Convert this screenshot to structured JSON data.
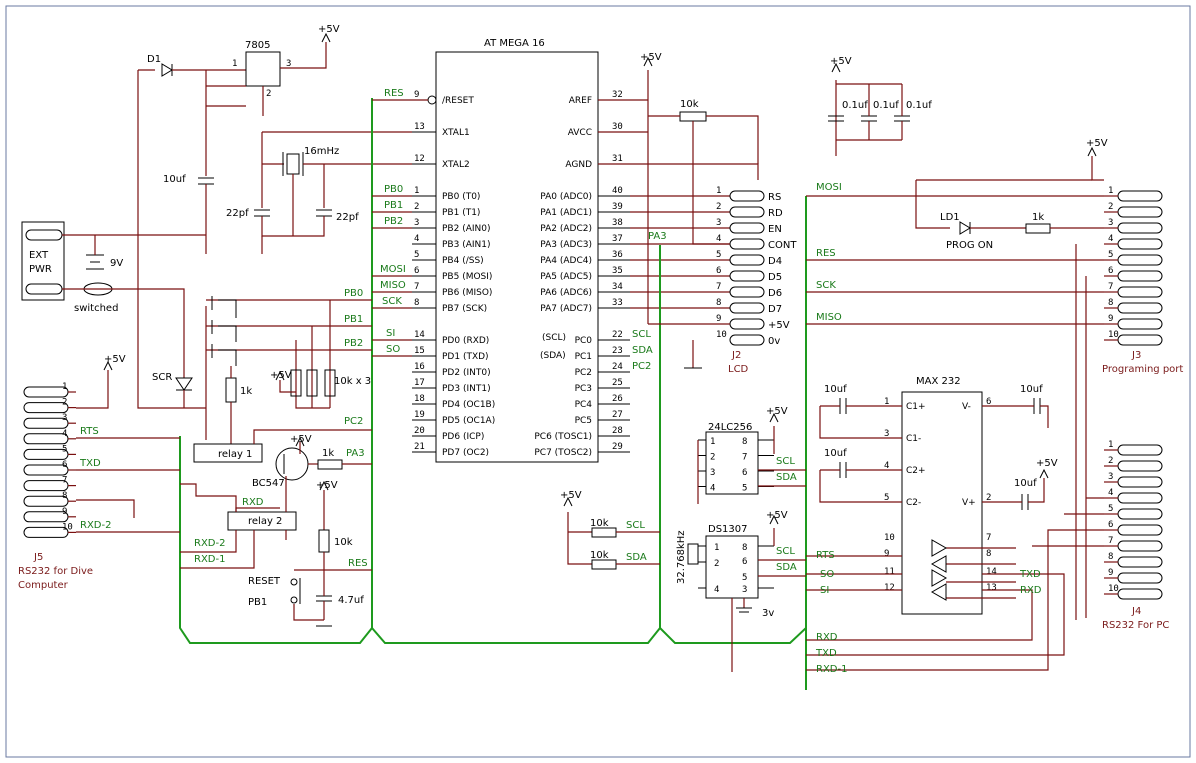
{
  "mcu": {
    "title": "AT MEGA 16",
    "left_pins": [
      {
        "num": "9",
        "name": "/RESET"
      },
      {
        "num": "13",
        "name": "XTAL1"
      },
      {
        "num": "12",
        "name": "XTAL2"
      },
      {
        "num": "1",
        "name": "PB0 (T0)"
      },
      {
        "num": "2",
        "name": "PB1 (T1)"
      },
      {
        "num": "3",
        "name": "PB2 (AIN0)"
      },
      {
        "num": "4",
        "name": "PB3 (AIN1)"
      },
      {
        "num": "5",
        "name": "PB4 (/SS)"
      },
      {
        "num": "6",
        "name": "PB5 (MOSI)"
      },
      {
        "num": "7",
        "name": "PB6 (MISO)"
      },
      {
        "num": "8",
        "name": "PB7 (SCK)"
      },
      {
        "num": "14",
        "name": "PD0 (RXD)"
      },
      {
        "num": "15",
        "name": "PD1 (TXD)"
      },
      {
        "num": "16",
        "name": "PD2 (INT0)"
      },
      {
        "num": "17",
        "name": "PD3 (INT1)"
      },
      {
        "num": "18",
        "name": "PD4 (OC1B)"
      },
      {
        "num": "19",
        "name": "PD5 (OC1A)"
      },
      {
        "num": "20",
        "name": "PD6 (ICP)"
      },
      {
        "num": "21",
        "name": "PD7 (OC2)"
      }
    ],
    "right_pins": [
      {
        "num": "32",
        "name": "AREF"
      },
      {
        "num": "30",
        "name": "AVCC"
      },
      {
        "num": "31",
        "name": "AGND"
      },
      {
        "num": "40",
        "name": "PA0 (ADC0)"
      },
      {
        "num": "39",
        "name": "PA1 (ADC1)"
      },
      {
        "num": "38",
        "name": "PA2 (ADC2)"
      },
      {
        "num": "37",
        "name": "PA3 (ADC3)"
      },
      {
        "num": "36",
        "name": "PA4 (ADC4)"
      },
      {
        "num": "35",
        "name": "PA5 (ADC5)"
      },
      {
        "num": "34",
        "name": "PA6 (ADC6)"
      },
      {
        "num": "33",
        "name": "PA7 (ADC7)"
      },
      {
        "num": "22",
        "name": "PC0"
      },
      {
        "num": "23",
        "name": "PC1"
      },
      {
        "num": "24",
        "name": "PC2"
      },
      {
        "num": "25",
        "name": "PC3"
      },
      {
        "num": "26",
        "name": "PC4"
      },
      {
        "num": "27",
        "name": "PC5"
      },
      {
        "num": "28",
        "name": "PC6 (TOSC1)"
      },
      {
        "num": "29",
        "name": "PC7 (TOSC2)"
      }
    ],
    "scl_tag": "(SCL)",
    "sda_tag": "(SDA)"
  },
  "power": {
    "vcc": "+5V",
    "d1": "D1",
    "reg": "7805",
    "reg_pin_in": "1",
    "reg_pin_gnd": "2",
    "reg_pin_out": "3",
    "cap_10uf": "10uf",
    "ext_pwr_1": "EXT",
    "ext_pwr_2": "PWR",
    "battery": "9V",
    "switched": "switched",
    "bypass_caps": [
      "0.1uf",
      "0.1uf",
      "0.1uf"
    ]
  },
  "crystal": {
    "freq": "16mHz",
    "cap1": "22pf",
    "cap2": "22pf"
  },
  "lcd": {
    "ref": "J2",
    "name": "LCD",
    "pot": "10k",
    "pins": [
      {
        "num": "1",
        "sig": "RS"
      },
      {
        "num": "2",
        "sig": "RD"
      },
      {
        "num": "3",
        "sig": "EN"
      },
      {
        "num": "4",
        "sig": "CONT"
      },
      {
        "num": "5",
        "sig": "D4"
      },
      {
        "num": "6",
        "sig": "D5"
      },
      {
        "num": "7",
        "sig": "D6"
      },
      {
        "num": "8",
        "sig": "D7"
      },
      {
        "num": "9",
        "sig": "+5V"
      },
      {
        "num": "10",
        "sig": "0v"
      }
    ]
  },
  "prog_port": {
    "ref": "J3",
    "name": "Programing port",
    "led": "LD1",
    "led_label": "PROG ON",
    "res": "1k",
    "pins": [
      "1",
      "2",
      "3",
      "4",
      "5",
      "6",
      "7",
      "8",
      "9",
      "10"
    ],
    "nets": {
      "mosi": "MOSI",
      "res": "RES",
      "sck": "SCK",
      "miso": "MISO"
    }
  },
  "rs232_dive": {
    "ref": "J5",
    "name_1": "RS232 for Dive",
    "name_2": "Computer",
    "pins": [
      "1",
      "2",
      "3",
      "4",
      "5",
      "6",
      "7",
      "8",
      "9",
      "10"
    ],
    "nets": {
      "rts": "RTS",
      "txd": "TXD",
      "rxd2": "RXD-2",
      "rxd1": "RXD-1",
      "rxd": "RXD"
    }
  },
  "rs232_pc": {
    "ref": "J4",
    "name": "RS232 For PC",
    "pins": [
      "1",
      "2",
      "3",
      "4",
      "5",
      "6",
      "7",
      "8",
      "9",
      "10"
    ]
  },
  "max232": {
    "title": "MAX 232",
    "left_pins": [
      {
        "num": "1",
        "name": "C1+"
      },
      {
        "num": "3",
        "name": "C1-"
      },
      {
        "num": "4",
        "name": "C2+"
      },
      {
        "num": "5",
        "name": "C2-"
      }
    ],
    "right_pins": [
      {
        "num": "6",
        "name": "V-"
      },
      {
        "num": "2",
        "name": "V+"
      }
    ],
    "io_left": [
      "10",
      "9",
      "11",
      "12"
    ],
    "io_right": [
      "7",
      "8",
      "14",
      "13"
    ],
    "caps": [
      "10uf",
      "10uf",
      "10uf",
      "10uf"
    ]
  },
  "eeprom": {
    "name": "24LC256",
    "pins_l": [
      "1",
      "2",
      "3",
      "4"
    ],
    "pins_r": [
      "8",
      "7",
      "6",
      "5"
    ]
  },
  "rtc": {
    "name": "DS1307",
    "xtal": "32.768kHz",
    "battery": "3v",
    "pins_l": [
      "1",
      "2",
      "4"
    ],
    "pins_r": [
      "8",
      "6",
      "5",
      "3"
    ],
    "r1": "10k",
    "r2": "10k"
  },
  "switching": {
    "scr": "SCR",
    "r1k": "1k",
    "relay1": "relay 1",
    "relay2": "relay 2",
    "transistor": "BC547",
    "base_res": "1k",
    "pullups": "10k x 3"
  },
  "reset": {
    "label": "RESET",
    "pb": "PB1",
    "res": "10k",
    "cap": "4.7uf"
  },
  "nets": {
    "res": "RES",
    "pb0": "PB0",
    "pb1": "PB1",
    "pb2": "PB2",
    "mosi": "MOSI",
    "miso": "MISO",
    "sck": "SCK",
    "si": "SI",
    "so": "SO",
    "pc2": "PC2",
    "pa3": "PA3",
    "scl": "SCL",
    "sda": "SDA",
    "rts": "RTS",
    "txd": "TXD",
    "rxd": "RXD",
    "rxd1": "RXD-1",
    "rxd2": "RXD-2"
  }
}
